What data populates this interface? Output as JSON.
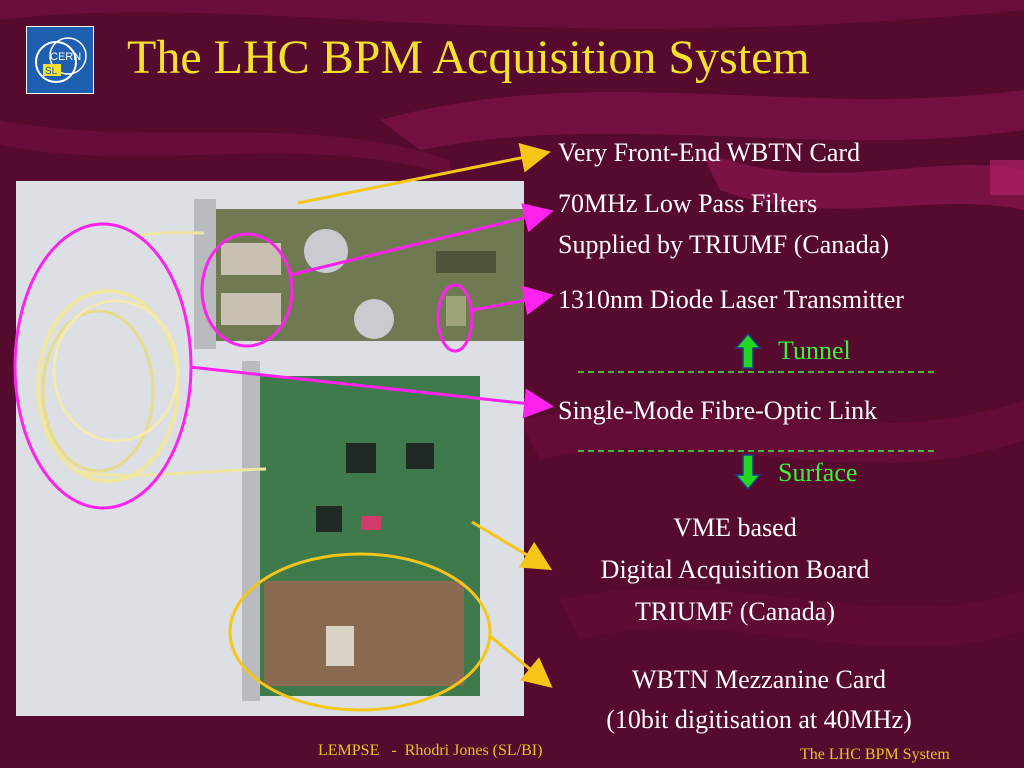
{
  "slide": {
    "title": "The LHC BPM Acquisition System",
    "logo": {
      "line1": "CERN",
      "line2": "SL"
    },
    "labels": {
      "very_front_end": "Very Front-End WBTN Card",
      "filters_line1": "70MHz Low Pass Filters",
      "filters_line2": "Supplied by TRIUMF (Canada)",
      "laser": "1310nm Diode Laser Transmitter",
      "tunnel": "Tunnel",
      "fibre": "Single-Mode Fibre-Optic Link",
      "surface": "Surface",
      "vme_line1": "VME based",
      "vme_line2": "Digital Acquisition Board",
      "vme_line3": "TRIUMF (Canada)",
      "mezz_line1": "WBTN Mezzanine Card",
      "mezz_line2": "(10bit digitisation at 40MHz)"
    },
    "footer": {
      "left": "LEMPSE   -  Rhodri Jones (SL/BI)",
      "right": "The LHC BPM System"
    }
  },
  "colors": {
    "background": "#5a0a30",
    "title": "#f5e12c",
    "label_text": "#ffffff",
    "zone_text": "#3cf23c",
    "magenta_callout": "#ff22ee",
    "gold_callout": "#f5c518"
  },
  "icons": [
    "cern-sl-logo",
    "up-arrow-icon",
    "down-arrow-icon"
  ]
}
